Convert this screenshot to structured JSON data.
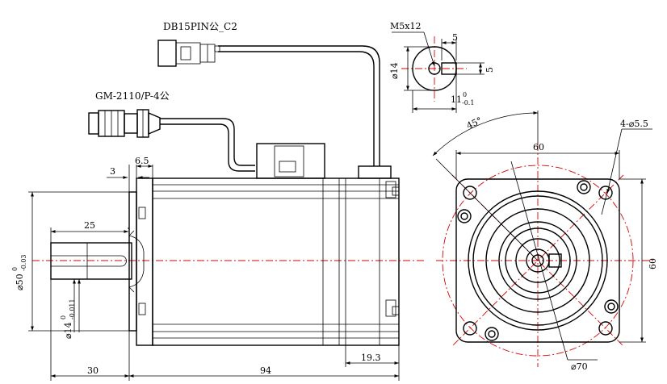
{
  "labels": {
    "connector_encoder": "DB15PIN公_C2",
    "connector_power": "GM-2110/P-4公",
    "key_bolt": "M5x12",
    "holes": "4-⌀5.5",
    "angle": "45°",
    "pcd": "⌀70"
  },
  "dims": {
    "flange_thk": "6.5",
    "spigot": "3",
    "shaft_len": "25",
    "shaft_total": "30",
    "body_len": "94",
    "rear_len": "19.3",
    "flange_w_top": "60",
    "flange_h_side": "60",
    "key_w": "5",
    "key_h": "5",
    "shaft_dia_side": "⌀14",
    "key_depth": "11",
    "key_depth_tol_up": "0",
    "key_depth_tol_lo": "-0.1",
    "spigot_dia": "⌀50",
    "spigot_tol_up": "0",
    "spigot_tol_lo": "-0.03",
    "shaft_dia": "⌀14",
    "shaft_tol_up": "0",
    "shaft_tol_lo": "-0.011"
  },
  "colors": {
    "center_line": "#d40000",
    "line": "#000000"
  }
}
